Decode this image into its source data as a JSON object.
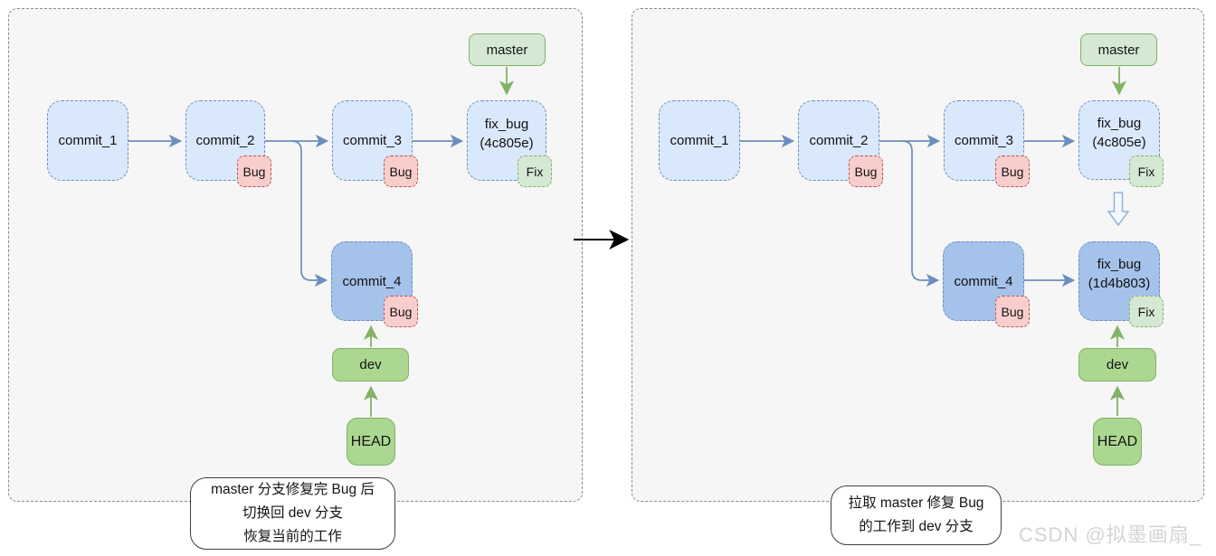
{
  "watermark": "CSDN @拟墨画扇_",
  "labels": {
    "bug": "Bug",
    "fix": "Fix"
  },
  "left": {
    "commit_1": "commit_1",
    "commit_2": "commit_2",
    "commit_3": "commit_3",
    "fix_bug_line1": "fix_bug",
    "fix_bug_line2": "(4c805e)",
    "commit_4": "commit_4",
    "master": "master",
    "dev": "dev",
    "head": "HEAD",
    "caption": [
      "master 分支修复完 Bug 后",
      "切换回 dev 分支",
      "恢复当前的工作"
    ]
  },
  "right": {
    "commit_1": "commit_1",
    "commit_2": "commit_2",
    "commit_3": "commit_3",
    "fix_bug_master_line1": "fix_bug",
    "fix_bug_master_line2": "(4c805e)",
    "commit_4": "commit_4",
    "fix_bug_dev_line1": "fix_bug",
    "fix_bug_dev_line2": "(1d4b803)",
    "master": "master",
    "dev": "dev",
    "head": "HEAD",
    "caption": [
      "拉取 master 修复 Bug",
      "的工作到 dev 分支"
    ]
  },
  "colors": {
    "commit_fill": "#dae8fc",
    "commit_border": "#6c8ebf",
    "commit_dark_fill": "#a5c2ea",
    "branch_light_fill": "#d5e8d4",
    "branch_fill": "#abd791",
    "branch_border": "#82b366",
    "bug_fill": "#f8cecc",
    "bug_border": "#b85450",
    "fix_fill": "#d5e8d4",
    "fix_border": "#82b366",
    "panel_fill": "#f5f6f5",
    "arrow_blue": "#6c8ebf",
    "arrow_green": "#82b366",
    "arrow_black": "#000000",
    "watermark_color": "#d4d4d4"
  }
}
